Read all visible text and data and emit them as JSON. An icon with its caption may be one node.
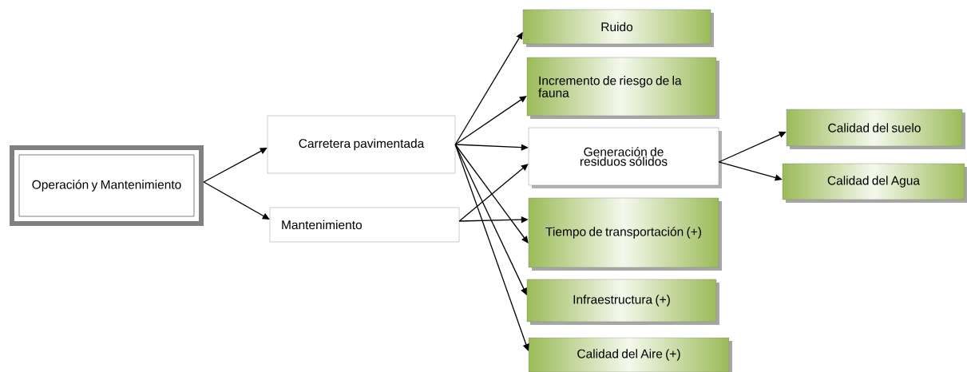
{
  "diagram": {
    "nodes": [
      {
        "text": [
          "Operación y Mantenimiento"
        ]
      },
      {
        "text": [
          "Carretera pavimentada"
        ]
      },
      {
        "text": [
          "Mantenimiento"
        ]
      },
      {
        "text": [
          "Ruido"
        ]
      },
      {
        "text": [
          "Incremento de riesgo de la fauna"
        ]
      },
      {
        "text": [
          "Generación de residuos sólidos"
        ]
      },
      {
        "text": [
          "Tiempo de transportación (+)"
        ]
      },
      {
        "text": [
          "Infraestructura (+)"
        ]
      },
      {
        "text": [
          "Calidad del Aire (+)"
        ]
      },
      {
        "text": [
          "Calidad del suelo"
        ]
      },
      {
        "text": [
          "Calidad del Agua"
        ]
      }
    ],
    "edges": [
      {
        "from": 0,
        "to": 1,
        "arrow": "to"
      },
      {
        "from": 0,
        "to": 2,
        "arrow": "to"
      },
      {
        "from": 1,
        "to": 3,
        "arrow": "to"
      },
      {
        "from": 1,
        "to": 4,
        "arrow": "to"
      },
      {
        "from": 1,
        "to": 5,
        "arrow": "to"
      },
      {
        "from": 1,
        "to": 6,
        "arrow": "to"
      },
      {
        "from": 1,
        "to": 7,
        "arrow": "to"
      },
      {
        "from": 1,
        "to": 8,
        "arrow": "to"
      },
      {
        "from": 2,
        "to": 5,
        "arrow": "to"
      },
      {
        "from": 2,
        "to": 6,
        "arrow": "to"
      },
      {
        "from": 5,
        "to": 9,
        "arrow": "to"
      },
      {
        "from": 5,
        "to": 10,
        "arrow": "to"
      }
    ]
  }
}
